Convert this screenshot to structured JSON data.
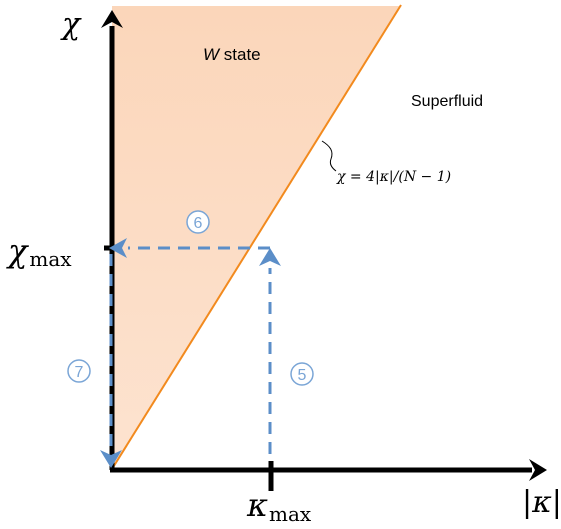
{
  "labels": {
    "y_axis": "χ",
    "x_axis": "|κ|",
    "region_w_state_italic": "W",
    "region_w_state_rest": " state",
    "region_superfluid": "Superfluid",
    "boundary_equation": "χ = 4|κ|/(N − 1)",
    "chi_max_symbol": "χ",
    "chi_max_sub": "max",
    "kappa_max_symbol": "κ",
    "kappa_max_sub": "max",
    "step_5": "5",
    "step_6": "6",
    "step_7": "7"
  },
  "colors": {
    "w_state_fill": "#fbd9bf",
    "boundary_line": "#f28a1e",
    "arrow_blue": "#5b8ec8",
    "step_text": "#7aa5d6",
    "axis": "#000000"
  }
}
